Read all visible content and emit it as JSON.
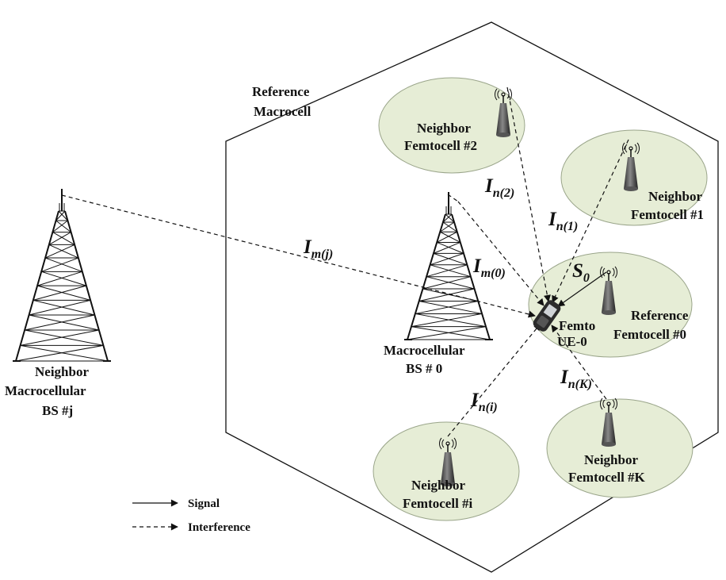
{
  "diagram": {
    "reference_macrocell_label": [
      "Reference",
      "Macrocell"
    ],
    "neighbor_macro_label": [
      "Neighbor",
      "Macrocellular",
      "BS #j"
    ],
    "macro_bs0_label": [
      "Macrocellular",
      "BS # 0"
    ],
    "femto_ue_label": [
      "Femto",
      "UE-0"
    ],
    "femtocells": {
      "neighbor_2": [
        "Neighbor",
        "Femtocell #2"
      ],
      "neighbor_1": [
        "Neighbor",
        "Femtocell #1"
      ],
      "reference_0": [
        "Reference",
        "Femtocell #0"
      ],
      "neighbor_i": [
        "Neighbor",
        "Femtocell #i"
      ],
      "neighbor_k": [
        "Neighbor",
        "Femtocell #K"
      ]
    },
    "links": {
      "im_j": {
        "main": "I",
        "sub": "m(j)"
      },
      "im_0": {
        "main": "I",
        "sub": "m(0)"
      },
      "in_2": {
        "main": "I",
        "sub": "n(2)"
      },
      "in_1": {
        "main": "I",
        "sub": "n(1)"
      },
      "s_0": {
        "main": "S",
        "sub": "0"
      },
      "in_i": {
        "main": "I",
        "sub": "n(i)"
      },
      "in_k": {
        "main": "I",
        "sub": "n(K)"
      }
    },
    "legend": {
      "signal": "Signal",
      "interference": "Interference"
    },
    "colors": {
      "femtocell_fill": "#e6edd6",
      "femtocell_stroke": "#9aa58a",
      "line": "#111111"
    }
  }
}
